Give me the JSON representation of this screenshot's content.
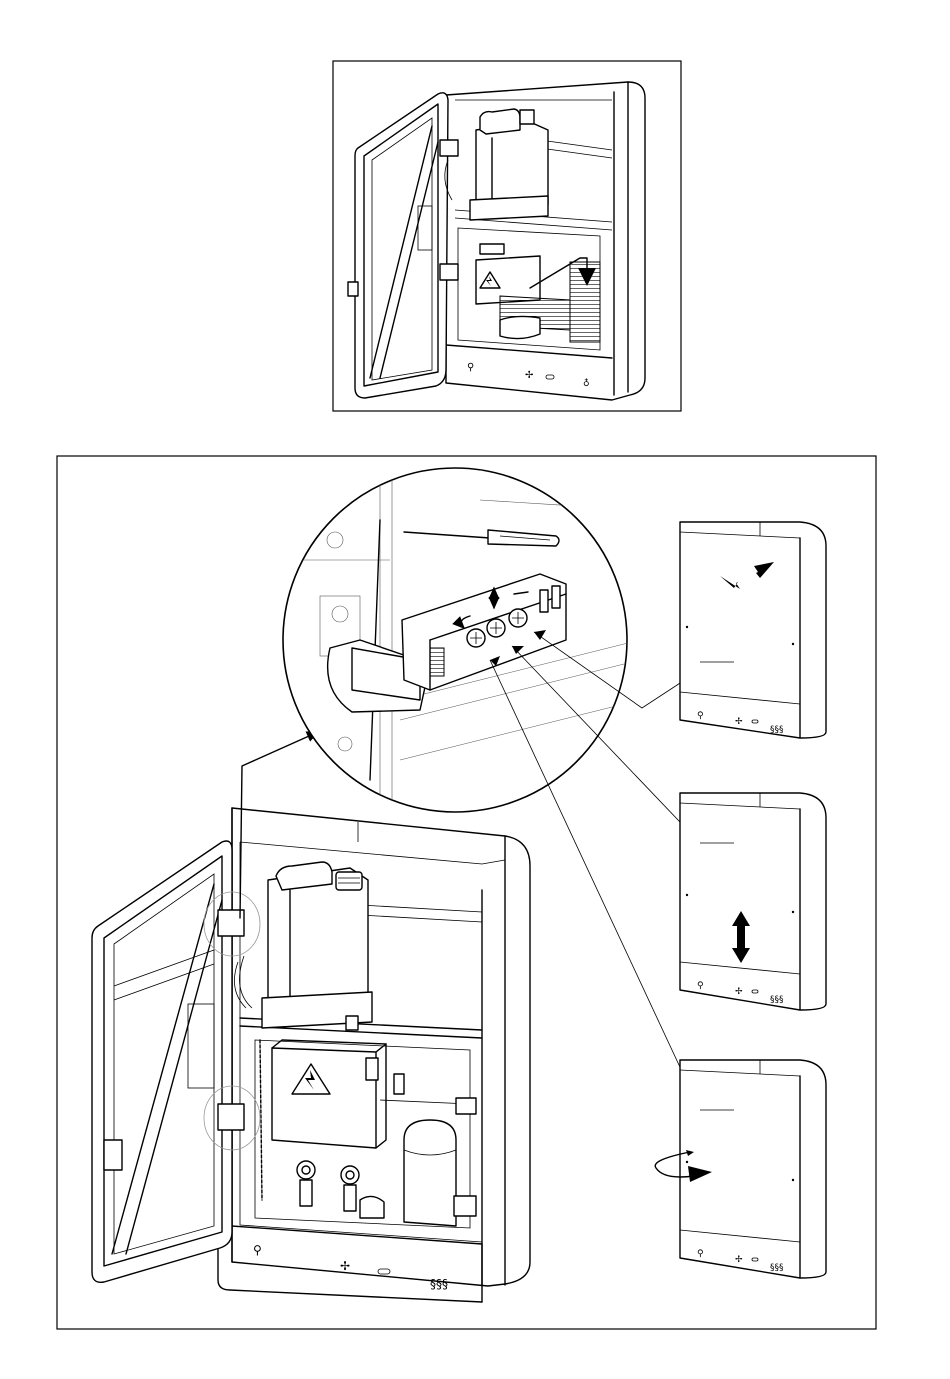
{
  "figure": {
    "top_illustration": {
      "description_icons": [
        "faucet-icon",
        "fan-icon",
        "slot-icon",
        "drop-icon"
      ]
    },
    "bottom_illustration": {
      "footer_icons": [
        "faucet-icon",
        "fan-icon",
        "slot-icon",
        "heat-icon"
      ],
      "adjustments": [
        {
          "id": "lateral",
          "arrow": "double-horizontal-arrow"
        },
        {
          "id": "height",
          "arrow": "double-vertical-arrow"
        },
        {
          "id": "depth",
          "arrow": "rotate-arrow"
        }
      ]
    }
  }
}
